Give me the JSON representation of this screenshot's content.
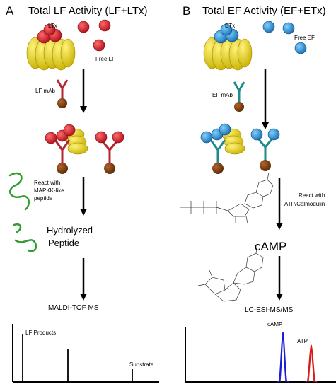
{
  "panels": {
    "a": {
      "letter": "A",
      "title": "Total LF Activity (LF+LTx)",
      "ltx_label": "LTx",
      "free_label": "Free LF",
      "mab_label": "LF mAb",
      "react_label_1": "React with",
      "react_label_2": "MAPKK-like",
      "react_label_3": "peptide",
      "product_label_1": "Hydrolyzed",
      "product_label_2": "Peptide",
      "method_label": "MALDI-TOF MS",
      "spectrum_label_1": "LF Products",
      "spectrum_label_2": "Substrate"
    },
    "b": {
      "letter": "B",
      "title": "Total EF Activity (EF+ETx)",
      "etx_label": "ETx",
      "free_label": "Free EF",
      "mab_label": "EF mAb",
      "react_label_1": "React with",
      "react_label_2": "ATP/Calmodulin",
      "product_label": "cAMP",
      "method_label": "LC-ESI-MS/MS",
      "chrom_label_1": "cAMP",
      "chrom_label_2": "ATP"
    }
  },
  "colors": {
    "lf_protein": "#cc1f2b",
    "ef_protein": "#2a8fd0",
    "pa_heptamer": "#e8d400",
    "lf_antibody": "#b5262f",
    "ef_antibody": "#1f8a8a",
    "bead": "#7a3d10",
    "peptide": "#2e9e2e",
    "camp_peak": "#1a1ad8",
    "atp_peak": "#d81a1a"
  }
}
